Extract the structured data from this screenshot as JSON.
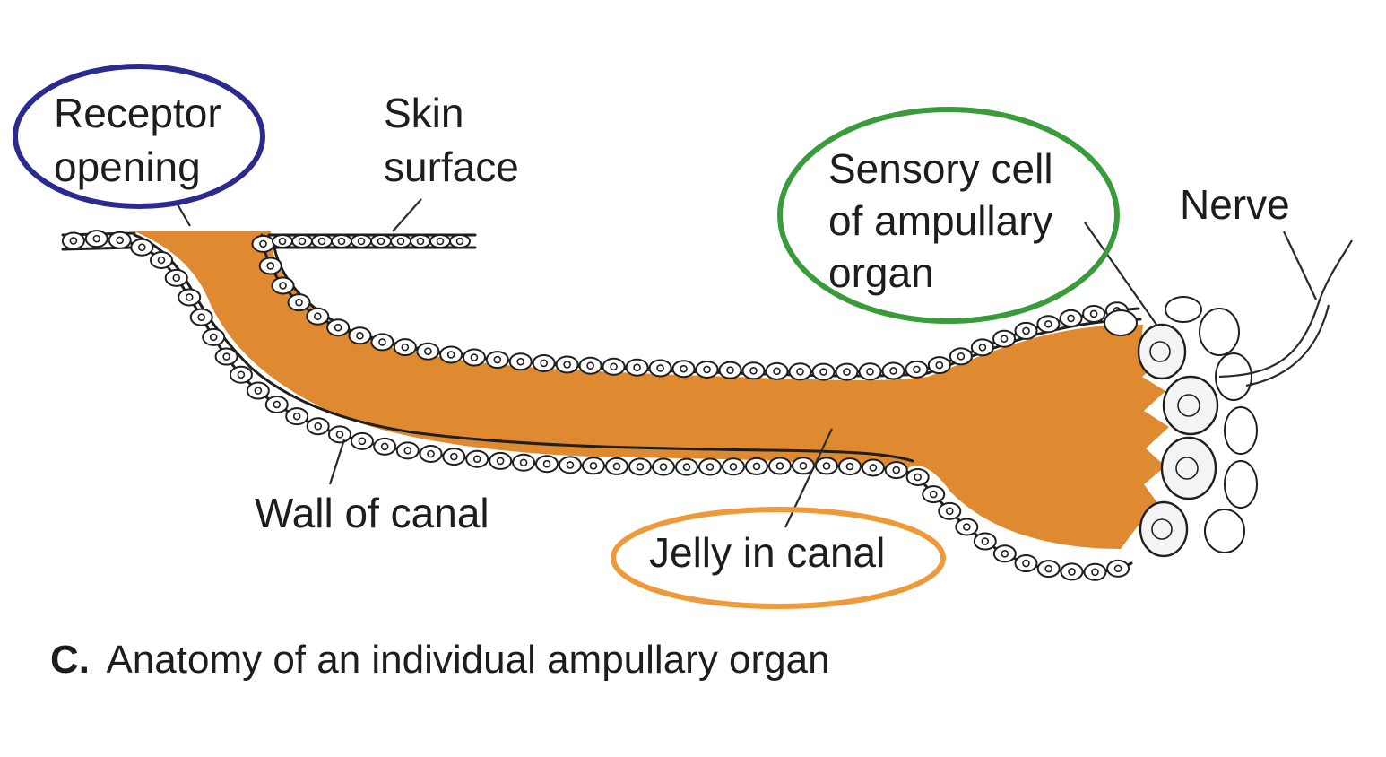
{
  "labels": {
    "receptor_opening": [
      "Receptor",
      "opening"
    ],
    "skin_surface": [
      "Skin",
      "surface"
    ],
    "sensory_cell": [
      "Sensory cell",
      "of ampullary",
      "organ"
    ],
    "nerve": "Nerve",
    "wall_of_canal": "Wall of canal",
    "jelly_in_canal": "Jelly in canal"
  },
  "caption": {
    "letter": "C.",
    "text": "Anatomy of an individual ampullary organ"
  },
  "colors": {
    "jelly": "#df8a30",
    "highlight_receptor": "#2b2a8f",
    "highlight_sensory": "#3a9b3a",
    "highlight_jelly": "#ee9a3a"
  }
}
